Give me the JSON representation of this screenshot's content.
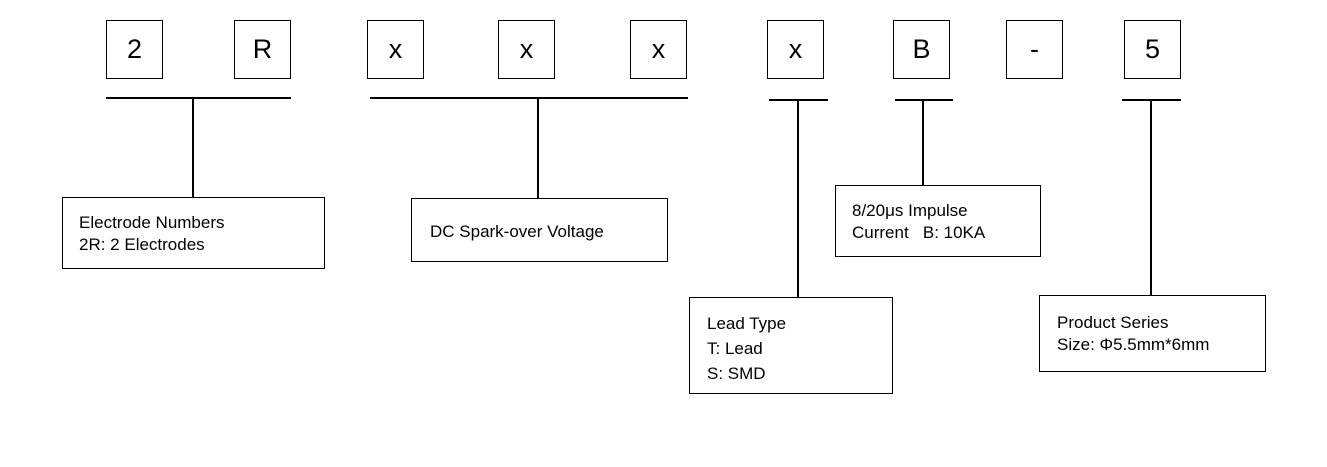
{
  "code_characters": {
    "c1": "2",
    "c2": "R",
    "c3": "x",
    "c4": "x",
    "c5": "x",
    "c6": "x",
    "c7": "B",
    "c8": "-",
    "c9": "5"
  },
  "descriptions": {
    "electrode": {
      "line1": "Electrode Numbers",
      "line2": "2R: 2 Electrodes"
    },
    "voltage": {
      "line1": "DC Spark-over Voltage"
    },
    "impulse": {
      "line1": "8/20μs Impulse",
      "line2": "Current   B: 10KA"
    },
    "lead": {
      "line1": "Lead Type",
      "line2": "T: Lead",
      "line3": "S: SMD"
    },
    "series": {
      "line1": "Product Series",
      "line2": "Size: Φ5.5mm*6mm"
    }
  }
}
